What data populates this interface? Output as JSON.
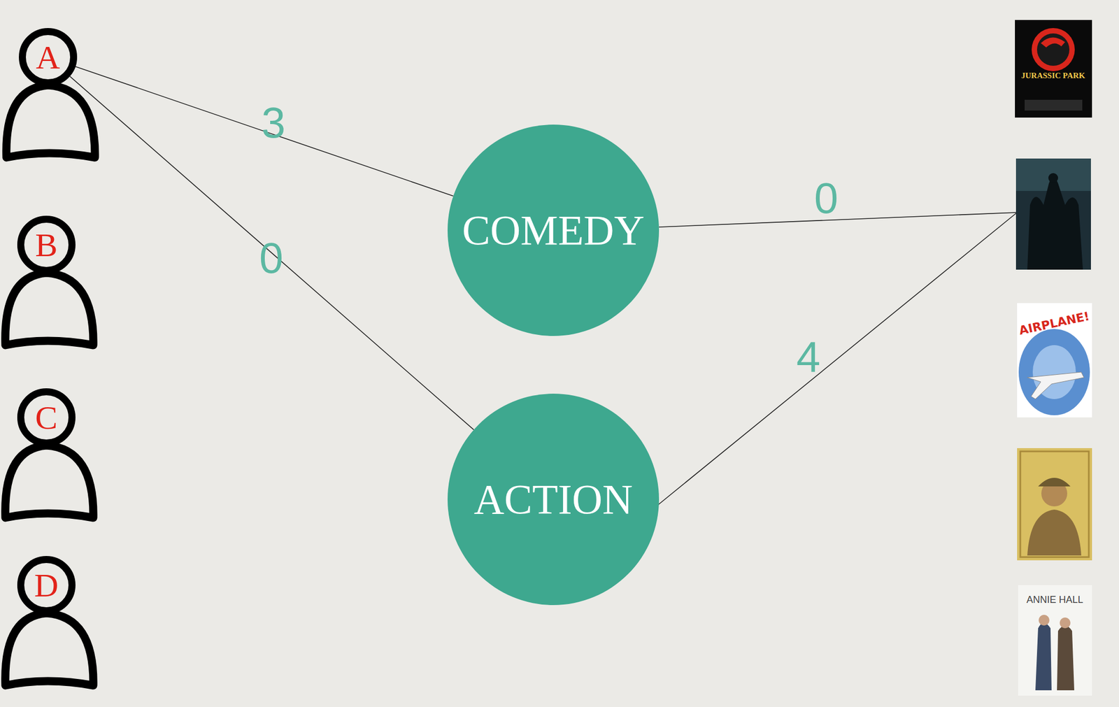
{
  "diagram": {
    "nodes": [
      {
        "text": [
          "A"
        ]
      },
      {
        "text": [
          "B"
        ]
      },
      {
        "text": [
          "C"
        ]
      },
      {
        "text": [
          "D"
        ]
      },
      {
        "text": [
          "COMEDY"
        ]
      },
      {
        "text": [
          "ACTION"
        ]
      }
    ],
    "edges": [
      {
        "from": 0,
        "to": 4,
        "arrow": "none",
        "label": "3"
      },
      {
        "from": 0,
        "to": 5,
        "arrow": "none",
        "label": "0"
      }
    ],
    "labels": [
      "0",
      "4",
      "JURASSIC PARK",
      "AIRPLANE!",
      "ANNIE HALL"
    ]
  }
}
